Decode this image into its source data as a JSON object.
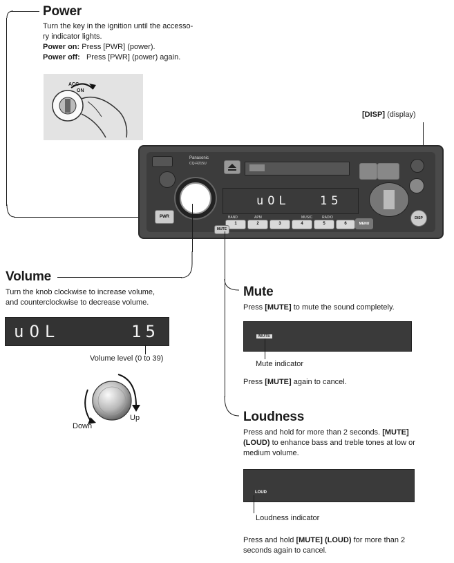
{
  "power": {
    "heading": "Power",
    "desc": "Turn the key in the ignition until the accesso-ry indicator lights.",
    "desc_line1": "Turn the key in the ignition until the accesso-",
    "desc_line2": "ry indicator lights.",
    "on_label": "Power on:",
    "on_text": "Press [PWR] (power).",
    "off_label": "Power off:",
    "off_text": "Press [PWR] (power) again.",
    "key_acc": "ACC",
    "key_on": "ON"
  },
  "disp": {
    "label": "[DISP]",
    "suffix": "(display)"
  },
  "stereo": {
    "lcd_left": "uOL",
    "lcd_right": "15",
    "brand": "Panasonic",
    "model": "CQ-R215U",
    "pwr": "PWR",
    "mute": "MUTE",
    "disp": "DISP",
    "menu": "MENU",
    "presets": [
      "1",
      "2",
      "3",
      "4",
      "5",
      "6"
    ],
    "band_labels": [
      "BAND",
      "APM",
      "MUSIC",
      "RADIO"
    ]
  },
  "volume": {
    "heading": "Volume",
    "desc_line1": "Turn the knob clockwise to increase volume,",
    "desc_line2": "and counterclockwise to decrease volume.",
    "lcd_left": "uOL",
    "lcd_right": "15",
    "level_label": "Volume level (0 to 39)",
    "down": "Down",
    "up": "Up"
  },
  "mute": {
    "heading": "Mute",
    "desc_pre": "Press",
    "desc_key": "[MUTE]",
    "desc_post": "to mute the sound completely.",
    "indicator_text": "MUTE",
    "indicator_label": "Mute indicator",
    "cancel_pre": "Press",
    "cancel_key": "[MUTE]",
    "cancel_post": "again to cancel."
  },
  "loudness": {
    "heading": "Loudness",
    "line1_pre": "Press and hold for more than 2 seconds.",
    "line1_key": "[MUTE]",
    "line2_key": "(LOUD)",
    "line2_post": "to enhance bass and treble tones at low or",
    "line3": "medium volume.",
    "indicator_text": "LOUD",
    "indicator_label": "Loudness indicator",
    "cancel_pre": "Press and hold",
    "cancel_key": "[MUTE] (LOUD)",
    "cancel_post": "for more than 2",
    "cancel_line2": "seconds again to cancel."
  }
}
